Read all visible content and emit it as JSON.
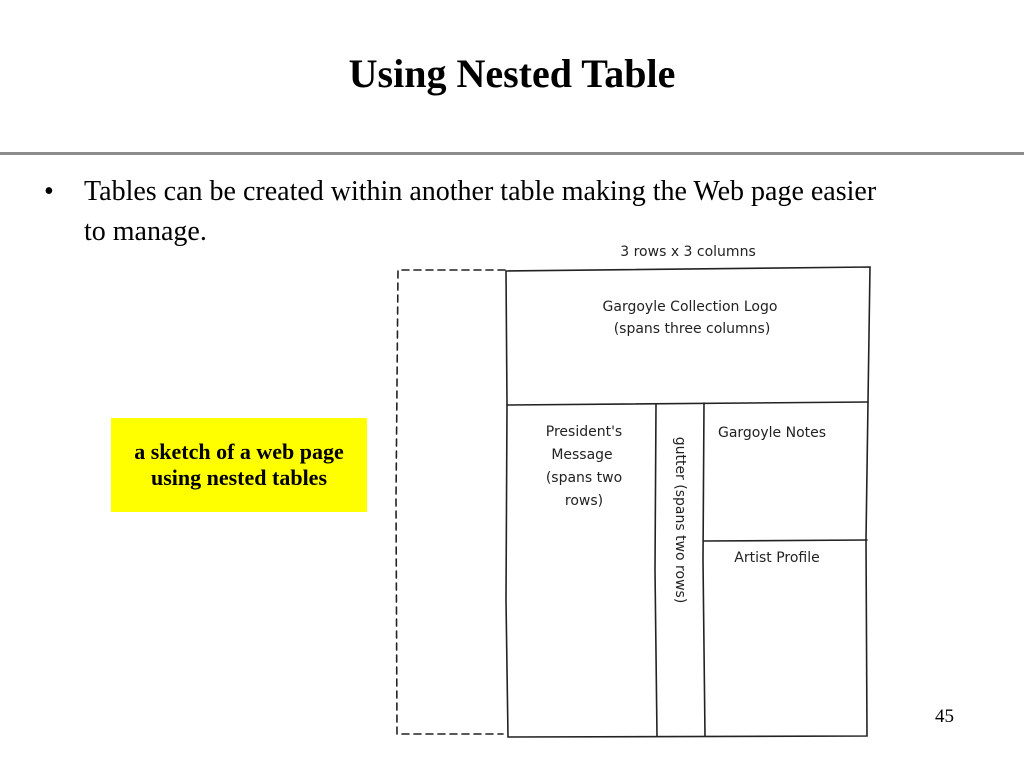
{
  "slide": {
    "title": "Using Nested Table",
    "bullet_marker": "•",
    "bullet_text": "Tables can be created within another table making the Web page easier to manage.",
    "callout": "a sketch of a web page using nested tables",
    "page_number": "45"
  },
  "sketch": {
    "caption": "3 rows x 3 columns",
    "header_cell": [
      "Gargoyle Collection Logo",
      "(spans three columns)"
    ],
    "president_cell": [
      "President's",
      "Message",
      "(spans two",
      "rows)"
    ],
    "gutter_cell": "gutter (spans two rows)",
    "notes_cell": "Gargoyle Notes",
    "artist_cell": "Artist Profile"
  },
  "colors": {
    "callout_background": "#ffff00",
    "title_rule": "#8c8c8c"
  }
}
